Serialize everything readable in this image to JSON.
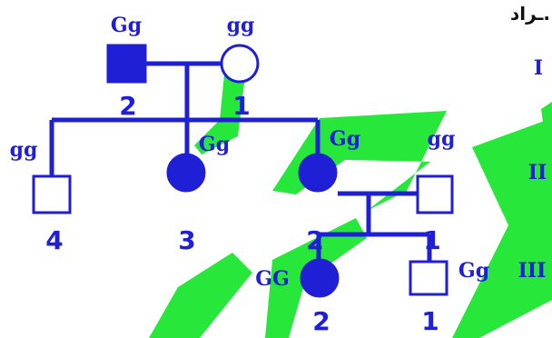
{
  "header_text": "ـراد.",
  "generations": {
    "I": "I",
    "II": "II",
    "III": "III"
  },
  "individuals": {
    "I_2": {
      "number": "2",
      "genotype": "Gg",
      "sex": "male",
      "affected": true
    },
    "I_1": {
      "number": "1",
      "genotype": "gg",
      "sex": "female",
      "affected": false
    },
    "II_4": {
      "number": "4",
      "genotype": "gg",
      "sex": "male",
      "affected": false
    },
    "II_3": {
      "number": "3",
      "genotype": "Gg",
      "sex": "female",
      "affected": true
    },
    "II_2": {
      "number": "2",
      "genotype": "Gg",
      "sex": "female",
      "affected": true
    },
    "II_1": {
      "number": "1",
      "genotype": "gg",
      "sex": "male",
      "affected": false
    },
    "III_2": {
      "number": "2",
      "genotype": "GG",
      "sex": "female",
      "affected": true
    },
    "III_1": {
      "number": "1",
      "genotype": "Gg",
      "sex": "male",
      "affected": false
    }
  },
  "colors": {
    "pedigree": "#1f1fd6",
    "watermark": "#27e83a",
    "background": "#ffffff"
  }
}
